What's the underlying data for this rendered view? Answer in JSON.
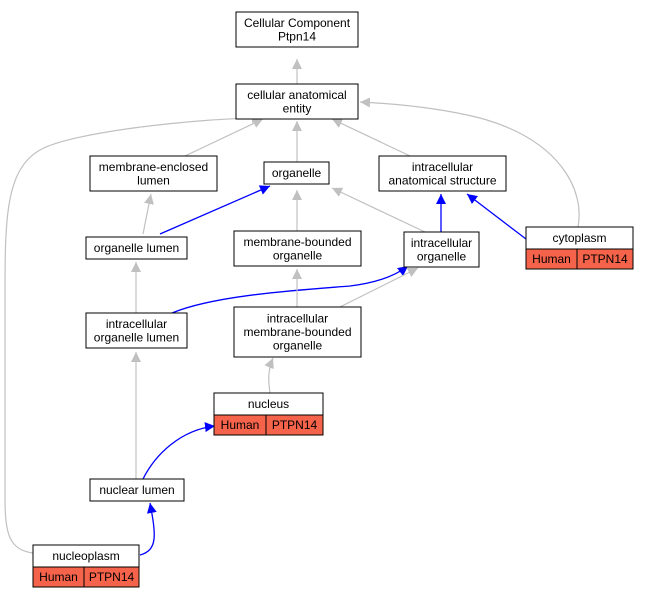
{
  "colors": {
    "is_a_edge": "#c0c0c0",
    "part_of_edge": "#0000ff",
    "annotation_fill": "#f5634a"
  },
  "nodes": {
    "root": {
      "lines": [
        "Cellular Component",
        "Ptpn14"
      ]
    },
    "cae": {
      "lines": [
        "cellular anatomical",
        "entity"
      ]
    },
    "mel": {
      "lines": [
        "membrane-enclosed",
        "lumen"
      ]
    },
    "org": {
      "lines": [
        "organelle"
      ]
    },
    "ias": {
      "lines": [
        "intracellular",
        "anatomical structure"
      ]
    },
    "orgl": {
      "lines": [
        "organelle lumen"
      ]
    },
    "mbo": {
      "lines": [
        "membrane-bounded",
        "organelle"
      ]
    },
    "io": {
      "lines": [
        "intracellular",
        "organelle"
      ]
    },
    "cyto": {
      "lines": [
        "cytoplasm"
      ],
      "annotation": [
        "Human",
        "PTPN14"
      ]
    },
    "iol": {
      "lines": [
        "intracellular",
        "organelle lumen"
      ]
    },
    "imbo": {
      "lines": [
        "intracellular",
        "membrane-bounded",
        "organelle"
      ]
    },
    "nuc": {
      "lines": [
        "nucleus"
      ],
      "annotation": [
        "Human",
        "PTPN14"
      ]
    },
    "nl": {
      "lines": [
        "nuclear lumen"
      ]
    },
    "np": {
      "lines": [
        "nucleoplasm"
      ],
      "annotation": [
        "Human",
        "PTPN14"
      ]
    }
  },
  "edges": [
    {
      "from": "cae",
      "to": "root",
      "type": "is_a"
    },
    {
      "from": "mel",
      "to": "cae",
      "type": "is_a"
    },
    {
      "from": "org",
      "to": "cae",
      "type": "is_a"
    },
    {
      "from": "ias",
      "to": "cae",
      "type": "is_a"
    },
    {
      "from": "cyto",
      "to": "cae",
      "type": "is_a"
    },
    {
      "from": "np",
      "to": "cae",
      "type": "is_a"
    },
    {
      "from": "orgl",
      "to": "mel",
      "type": "is_a"
    },
    {
      "from": "orgl",
      "to": "org",
      "type": "part_of"
    },
    {
      "from": "mbo",
      "to": "org",
      "type": "is_a"
    },
    {
      "from": "io",
      "to": "org",
      "type": "is_a"
    },
    {
      "from": "io",
      "to": "ias",
      "type": "part_of"
    },
    {
      "from": "cyto",
      "to": "ias",
      "type": "part_of"
    },
    {
      "from": "iol",
      "to": "orgl",
      "type": "is_a"
    },
    {
      "from": "iol",
      "to": "io",
      "type": "part_of"
    },
    {
      "from": "imbo",
      "to": "mbo",
      "type": "is_a"
    },
    {
      "from": "imbo",
      "to": "io",
      "type": "is_a"
    },
    {
      "from": "nuc",
      "to": "imbo",
      "type": "is_a"
    },
    {
      "from": "nl",
      "to": "iol",
      "type": "is_a"
    },
    {
      "from": "nl",
      "to": "nuc",
      "type": "part_of"
    },
    {
      "from": "np",
      "to": "nl",
      "type": "part_of"
    }
  ]
}
